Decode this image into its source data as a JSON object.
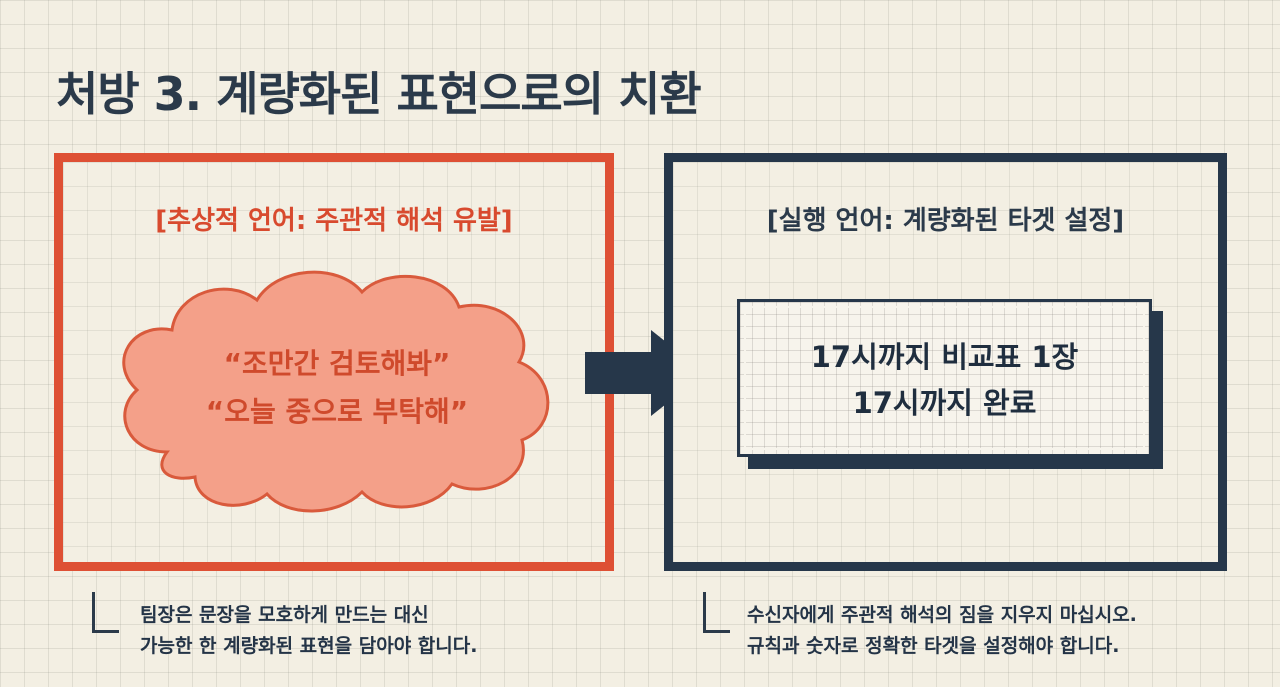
{
  "title": "처방 3. 계량화된 표현으로의 치환",
  "left_panel": {
    "heading": "[추상적 언어: 주관적 해석 유발]",
    "quotes": [
      "“조만간 검토해봐”",
      "“오늘 중으로 부탁해”"
    ],
    "note": [
      "팀장은 문장을 모호하게 만드는 대신",
      "가능한 한 계량화된 표현을 담아야 합니다."
    ]
  },
  "right_panel": {
    "heading": "[실행 언어: 계량화된 타겟 설정]",
    "targets": [
      "17시까지 비교표 1장",
      "17시까지 완료"
    ],
    "note": [
      "수신자에게 주관적 해석의 짐을 지우지 마십시오.",
      "규칙과 숫자로 정확한 타겟을 설정해야 합니다."
    ]
  },
  "colors": {
    "accent_red": "#de5034",
    "navy": "#26374a",
    "cloud_fill": "#f4a089"
  }
}
